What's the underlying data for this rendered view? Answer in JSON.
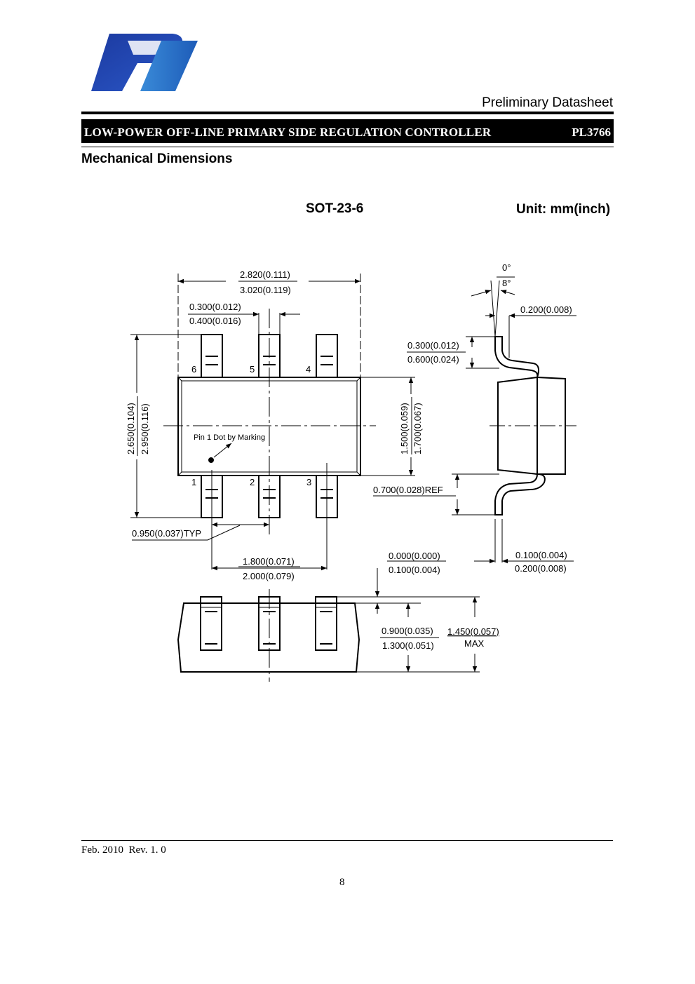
{
  "header": {
    "doc_type": "Preliminary Datasheet",
    "title": "LOW-POWER OFF-LINE PRIMARY SIDE REGULATION CONTROLLER",
    "part_number": "PL3766"
  },
  "section_title": "Mechanical Dimensions",
  "package": {
    "name": "SOT-23-6",
    "unit": "Unit: mm(inch)"
  },
  "drawing": {
    "top_view": {
      "body_length_min": "2.820(0.111)",
      "body_length_max": "3.020(0.119)",
      "lead_width_min": "0.300(0.012)",
      "lead_width_max": "0.400(0.016)",
      "overall_width_min": "2.650(0.104)",
      "overall_width_max": "2.950(0.116)",
      "body_width_min": "1.500(0.059)",
      "body_width_max": "1.700(0.067)",
      "pin1_marking": "Pin 1 Dot by Marking",
      "pitch": "0.950(0.037)TYP",
      "pitch_span_min": "1.800(0.071)",
      "pitch_span_max": "2.000(0.079)",
      "pin_numbers_top": [
        "6",
        "5",
        "4"
      ],
      "pin_numbers_bottom": [
        "1",
        "2",
        "3"
      ]
    },
    "side_view": {
      "angle_min": "0°",
      "angle_max": "8°",
      "lead_thickness_a": "0.200(0.008)",
      "lead_length_min": "0.300(0.012)",
      "lead_length_max": "0.600(0.024)",
      "lead_ref": "0.700(0.028)REF",
      "lead_thickness_min": "0.100(0.004)",
      "lead_thickness_max": "0.200(0.008)"
    },
    "front_view": {
      "standoff_min": "0.000(0.000)",
      "standoff_max": "0.100(0.004)",
      "body_height_min": "0.900(0.035)",
      "body_height_max": "1.300(0.051)",
      "total_height": "1.450(0.057)",
      "total_height_note": "MAX"
    }
  },
  "footer": {
    "revision": "Feb. 2010  Rev. 1. 0",
    "page_number": "8"
  }
}
